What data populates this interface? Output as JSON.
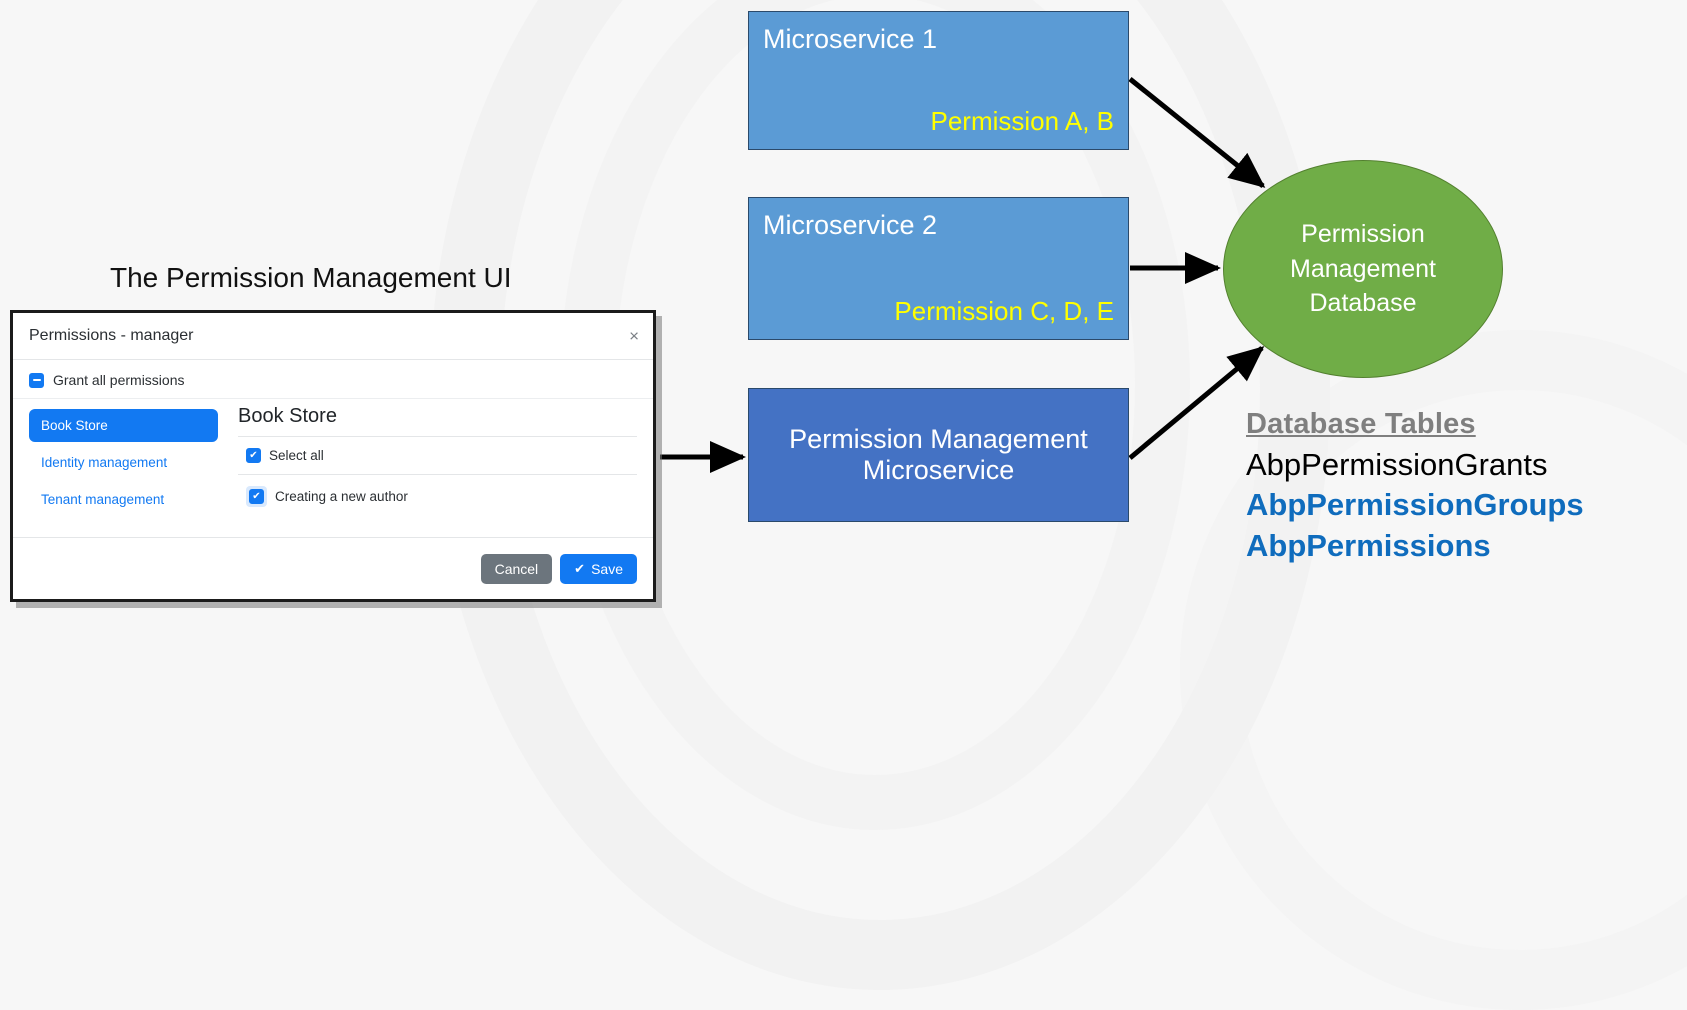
{
  "diagram": {
    "boxes": [
      {
        "title": "Microservice 1",
        "permissions": "Permission A, B",
        "color": "#5b9bd5"
      },
      {
        "title": "Microservice 2",
        "permissions": "Permission C, D, E",
        "color": "#5b9bd5"
      },
      {
        "title": "Permission Management Microservice",
        "color": "#4472c4"
      }
    ],
    "database_node": {
      "line1": "Permission",
      "line2": "Management",
      "line3": "Database",
      "color": "#70ad47"
    },
    "database_tables": {
      "heading": "Database Tables",
      "rows": [
        {
          "name": "AbpPermissionGrants",
          "accent": false
        },
        {
          "name": "AbpPermissionGroups",
          "accent": true
        },
        {
          "name": "AbpPermissions",
          "accent": true
        }
      ],
      "accent_color": "#0f6cbd"
    }
  },
  "ui_caption": "The Permission Management  UI",
  "modal": {
    "title": "Permissions - manager",
    "close_icon": "×",
    "grant_all_label": "Grant all permissions",
    "grant_all_state": "indeterminate",
    "groups": [
      {
        "label": "Book Store",
        "active": true
      },
      {
        "label": "Identity management",
        "active": false
      },
      {
        "label": "Tenant management",
        "active": false
      }
    ],
    "pane_title": "Book Store",
    "permissions": [
      {
        "label": "Select all",
        "checked": true
      },
      {
        "label": "Creating a new author",
        "checked": true
      }
    ],
    "footer": {
      "cancel_label": "Cancel",
      "save_label": "Save",
      "save_icon": "✔"
    }
  }
}
